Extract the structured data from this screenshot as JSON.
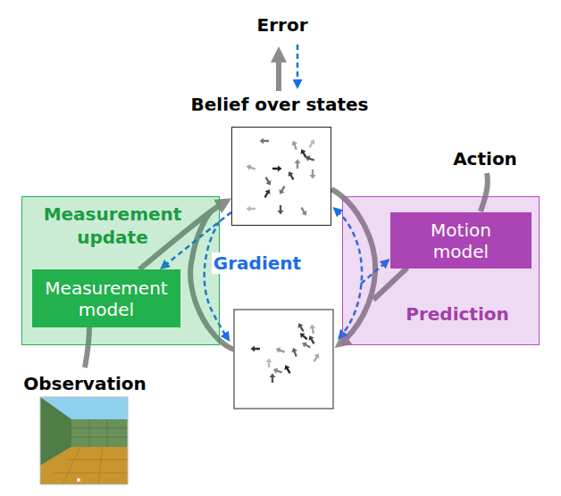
{
  "diagram": {
    "nodes": [
      {
        "text": [
          "Belief over states"
        ]
      },
      {
        "text": [
          "Measurement update"
        ]
      },
      {
        "text": [
          "Measurement model"
        ],
        "in": 1
      },
      {
        "text": [
          "Prediction"
        ]
      },
      {
        "text": [
          "Motion model"
        ],
        "in": 3
      }
    ],
    "edges": [
      {
        "from": 2,
        "to": 0,
        "arrow": "to"
      },
      {
        "from": 0,
        "to": 2,
        "arrow": "to"
      }
    ],
    "labels": [
      "Error",
      "Action",
      "Gradient",
      "Observation"
    ]
  }
}
